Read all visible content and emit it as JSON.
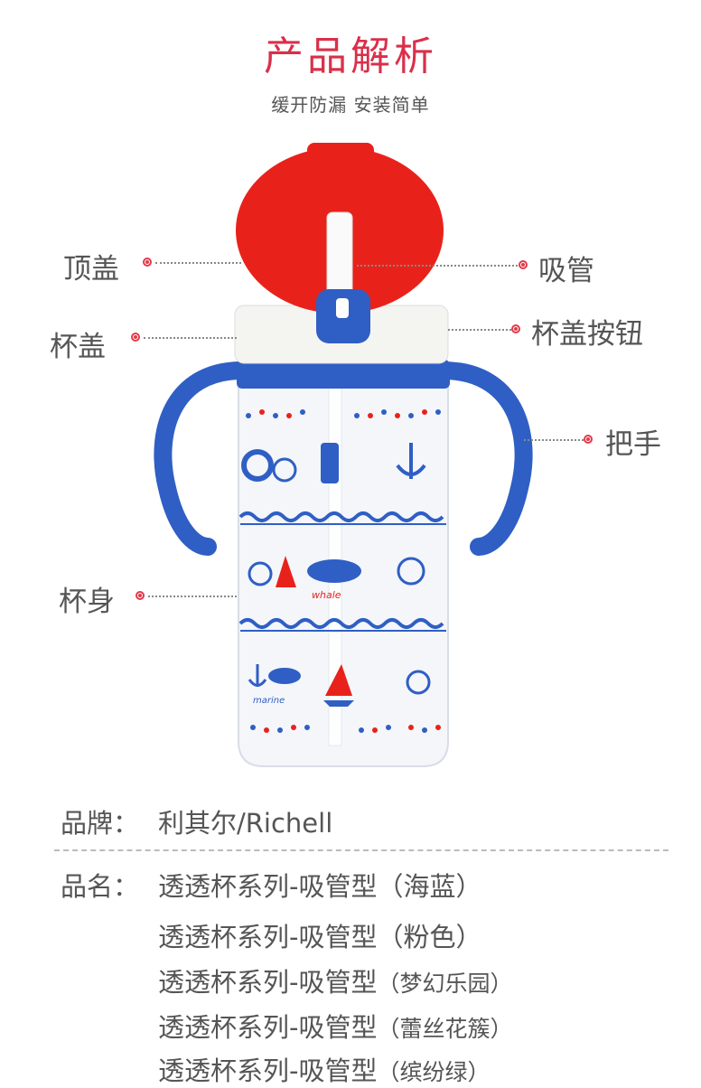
{
  "header": {
    "title": "产品解析",
    "subtitle": "缓开防漏 安装简单"
  },
  "parts": {
    "top_lid": "顶盖",
    "straw": "吸管",
    "lid": "杯盖",
    "lid_button": "杯盖按钮",
    "handle": "把手",
    "body": "杯身"
  },
  "cup_prints": {
    "whale_text": "whale",
    "marine_text": "marine"
  },
  "info": {
    "brand_label": "品牌：",
    "brand_value": "利其尔/Richell",
    "name_label": "品名：",
    "names": [
      {
        "series": "透透杯系列-吸管型",
        "variant": "（海蓝）"
      },
      {
        "series": "透透杯系列-吸管型",
        "variant": "（粉色）"
      },
      {
        "series": "透透杯系列-吸管型",
        "variant": "（梦幻乐园）"
      },
      {
        "series": "透透杯系列-吸管型",
        "variant": "（蕾丝花簇）"
      },
      {
        "series": "透透杯系列-吸管型",
        "variant": "（缤纷绿）"
      }
    ]
  },
  "colors": {
    "accent": "#d9304a",
    "lid_red": "#e8221b",
    "blue": "#2f5fc4",
    "text": "#555555"
  }
}
